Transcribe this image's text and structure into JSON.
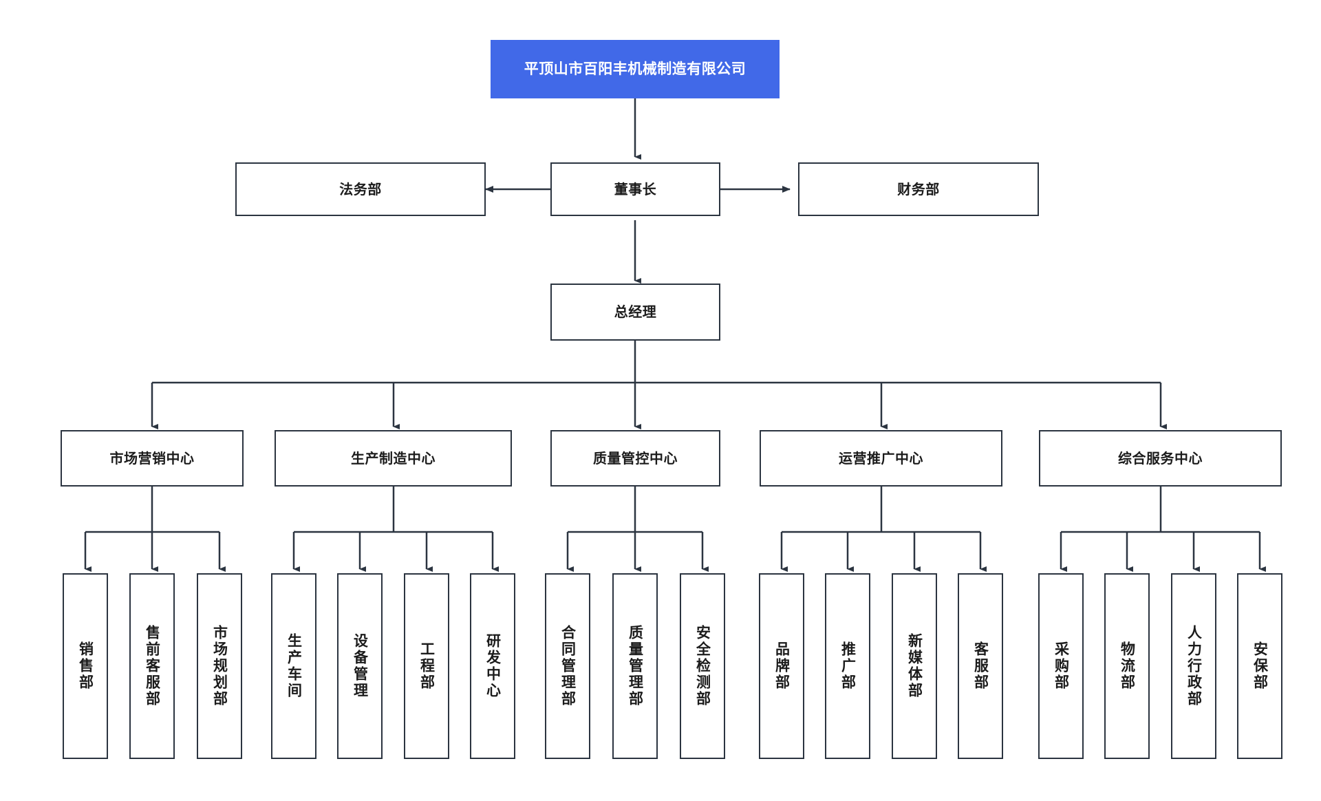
{
  "diagram": {
    "type": "org-chart",
    "title": "平顶山市百阳丰机械制造有限公司",
    "accent_color": "#4169e8",
    "border_color": "#2b3440",
    "background_color": "#ffffff",
    "connector_color": "#2b3440"
  },
  "root": {
    "label": "平顶山市百阳丰机械制造有限公司"
  },
  "level1": {
    "chairman": {
      "label": "董事长"
    },
    "legal": {
      "label": "法务部"
    },
    "finance": {
      "label": "财务部"
    }
  },
  "level2": {
    "general_manager": {
      "label": "总经理"
    }
  },
  "centers": [
    {
      "id": "marketing",
      "label": "市场营销中心",
      "children": [
        {
          "label": "销售部"
        },
        {
          "label": "售前客服部"
        },
        {
          "label": "市场规划部"
        }
      ]
    },
    {
      "id": "production",
      "label": "生产制造中心",
      "children": [
        {
          "label": "生产车间"
        },
        {
          "label": "设备管理"
        },
        {
          "label": "工程部"
        },
        {
          "label": "研发中心"
        }
      ]
    },
    {
      "id": "quality",
      "label": "质量管控中心",
      "children": [
        {
          "label": "合同管理部"
        },
        {
          "label": "质量管理部"
        },
        {
          "label": "安全检测部"
        }
      ]
    },
    {
      "id": "operations",
      "label": "运营推广中心",
      "children": [
        {
          "label": "品牌部"
        },
        {
          "label": "推广部"
        },
        {
          "label": "新媒体部"
        },
        {
          "label": "客服部"
        }
      ]
    },
    {
      "id": "services",
      "label": "综合服务中心",
      "children": [
        {
          "label": "采购部"
        },
        {
          "label": "物流部"
        },
        {
          "label": "人力行政部"
        },
        {
          "label": "安保部"
        }
      ]
    }
  ]
}
